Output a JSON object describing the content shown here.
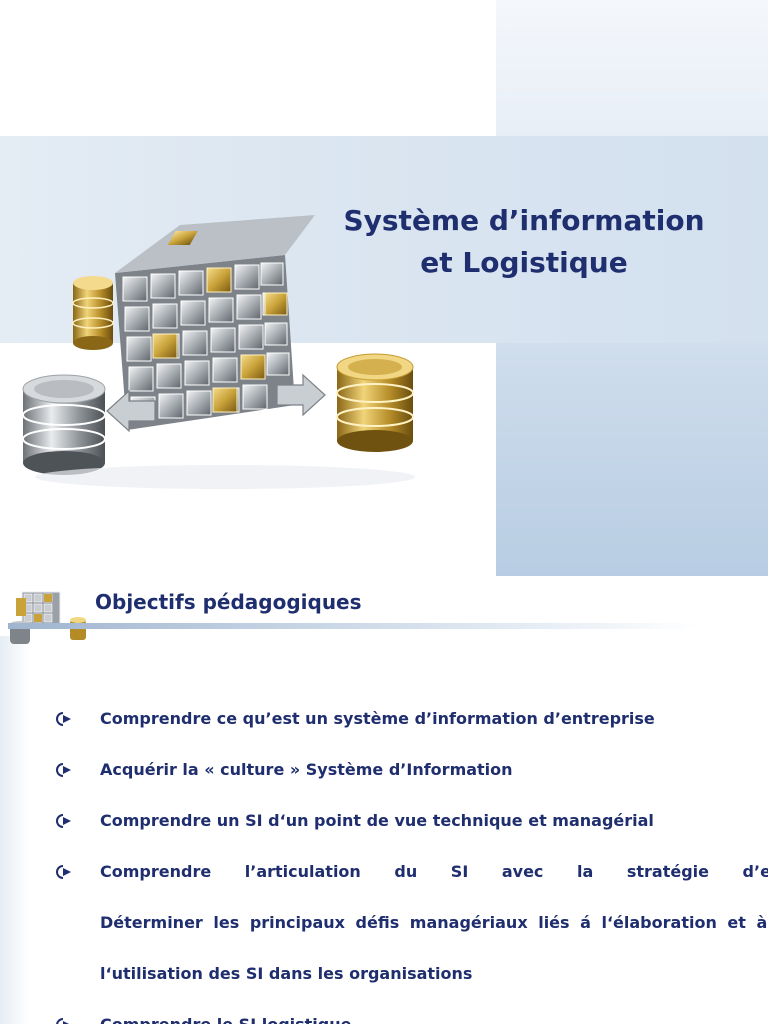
{
  "slide1": {
    "title_line1": "Système d’information",
    "title_line2": "et Logistique",
    "illustration": "data-cube-with-databases-illustration"
  },
  "slide2": {
    "heading": "Objectifs pédagogiques",
    "bullet_icon": "circled-arrow-icon",
    "bullets": [
      "Comprendre ce qu’est un système d’information d’entreprise",
      "Acquérir la « culture » Système d’Information",
      "Comprendre un SI d‘un point de vue technique et managérial",
      "Comprendre l’articulation du SI avec la stratégie d’entreprise",
      "Déterminer les principaux défis managériaux liés á l‘élaboration et à",
      "l‘utilisation des SI dans les organisations",
      "Comprendre le SI logistique"
    ]
  },
  "colors": {
    "title": "#1f2e6e",
    "band": "#dbe6f1",
    "panel": "#c9d9ea",
    "gold": "#c9a23a",
    "silver": "#9aa0a6"
  }
}
